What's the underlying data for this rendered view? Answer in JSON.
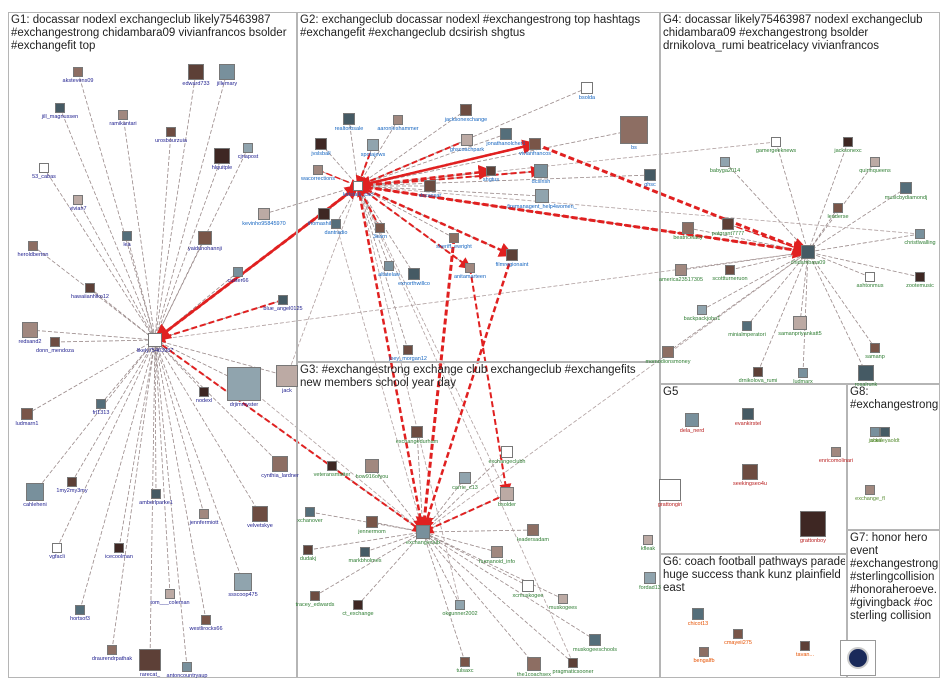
{
  "groups": [
    {
      "id": "G1",
      "lines": [
        "G1: docassar nodexl exchangeclub likely75463987",
        "#exchangestrong chidambara09 vivianfrancos bsolder",
        "#exchangefit top"
      ]
    },
    {
      "id": "G2",
      "lines": [
        "G2: exchangeclub docassar nodexl #exchangestrong top hashtags",
        "#exchangefit #exchangeclub dcsirish shgtus"
      ]
    },
    {
      "id": "G3",
      "lines": [
        "G3: #exchangestrong exchange club exchangeclub #exchangefits",
        "new members school year day"
      ]
    },
    {
      "id": "G4",
      "lines": [
        "G4: docassar likely75463987 nodexl exchangeclub",
        "chidambara09 #exchangestrong bsolder",
        "drnikolova_rumi beatricelacy vivianfrancos"
      ]
    },
    {
      "id": "G5",
      "lines": [
        "G5"
      ]
    },
    {
      "id": "G6",
      "lines": [
        "G6: coach football pathways parade",
        "huge success thank kunz plainfield",
        "east"
      ]
    },
    {
      "id": "G7",
      "lines": [
        "G7: honor hero",
        "event",
        "#exchangestrong",
        "#sterlingcollision",
        "#honoraheroeve...",
        "#givingback #oc",
        "sterling collision"
      ]
    },
    {
      "id": "G8",
      "lines": [
        "G8:",
        "#exchangestrong"
      ]
    }
  ],
  "nodes": [
    {
      "label": "akstevens09",
      "color": "#1a1a8c"
    },
    {
      "label": "edward733",
      "color": "#1a1a8c"
    },
    {
      "label": "jillemary",
      "color": "#1a1a8c"
    },
    {
      "label": "jill_magnussen",
      "color": "#1a1a8c"
    },
    {
      "label": "ramikantari",
      "color": "#1a1a8c"
    },
    {
      "label": "urosbourzuia",
      "color": "#1a1a8c"
    },
    {
      "label": "53_cabas",
      "color": "#1a1a8c"
    },
    {
      "label": "hlquitple",
      "color": "#1a1a8c"
    },
    {
      "label": "cjnapost",
      "color": "#1a1a8c"
    },
    {
      "label": "vivian7",
      "color": "#1a1a8c"
    },
    {
      "label": "lea",
      "color": "#1a1a8c"
    },
    {
      "label": "yaidunohannji",
      "color": "#1a1a8c"
    },
    {
      "label": "heroldberton",
      "color": "#1a1a8c"
    },
    {
      "label": "hawaiianhiko12",
      "color": "#1a1a8c"
    },
    {
      "label": "custer66",
      "color": "#1a1a8c"
    },
    {
      "label": "blue_angel0125",
      "color": "#1a1a8c"
    },
    {
      "label": "redsand2",
      "color": "#1a1a8c"
    },
    {
      "label": "donn_mendoza",
      "color": "#1a1a8c"
    },
    {
      "label": "likely75463987",
      "color": "#1a1a8c"
    },
    {
      "label": "nodexl",
      "color": "#1a1a8c"
    },
    {
      "label": "drjimmyster",
      "color": "#1a1a8c"
    },
    {
      "label": "jack",
      "color": "#1a1a8c"
    },
    {
      "label": "frl1313",
      "color": "#1a1a8c"
    },
    {
      "label": "ludmarn1",
      "color": "#1a1a8c"
    },
    {
      "label": "cynthia_lardner",
      "color": "#1a1a8c"
    },
    {
      "label": "1my2my3my",
      "color": "#1a1a8c"
    },
    {
      "label": "cahleheni",
      "color": "#1a1a8c"
    },
    {
      "label": "amberlparke1",
      "color": "#1a1a8c"
    },
    {
      "label": "jennfermiott",
      "color": "#1a1a8c"
    },
    {
      "label": "velvetskye",
      "color": "#1a1a8c"
    },
    {
      "label": "vgfacli",
      "color": "#1a1a8c"
    },
    {
      "label": "icecoolman",
      "color": "#1a1a8c"
    },
    {
      "label": "ssscoop475",
      "color": "#1a1a8c"
    },
    {
      "label": "tom___coleman",
      "color": "#1a1a8c"
    },
    {
      "label": "hortsof3",
      "color": "#1a1a8c"
    },
    {
      "label": "westlirocks66",
      "color": "#1a1a8c"
    },
    {
      "label": "draurendrpathak",
      "color": "#1a1a8c"
    },
    {
      "label": "rarecat_",
      "color": "#1a1a8c"
    },
    {
      "label": "antoncountryaup",
      "color": "#1a1a8c"
    },
    {
      "label": "realtorbsale",
      "color": "#1565c0"
    },
    {
      "label": "aaronleshammer",
      "color": "#1565c0"
    },
    {
      "label": "jacksonexchange",
      "color": "#1565c0"
    },
    {
      "label": "bsolda",
      "color": "#1565c0"
    },
    {
      "label": "jvslsball",
      "color": "#1565c0"
    },
    {
      "label": "spotajews",
      "color": "#1565c0"
    },
    {
      "label": "ghscoachpark",
      "color": "#1565c0"
    },
    {
      "label": "jonathanolcher1",
      "color": "#1565c0"
    },
    {
      "label": "vivianfrancos",
      "color": "#1565c0"
    },
    {
      "label": "bs",
      "color": "#1565c0"
    },
    {
      "label": "shgtus",
      "color": "#1565c0"
    },
    {
      "label": "dcsirish",
      "color": "#1565c0"
    },
    {
      "label": "ghsc",
      "color": "#1565c0"
    },
    {
      "label": "wacorrections",
      "color": "#1565c0"
    },
    {
      "label": "docassar",
      "color": "#1565c0"
    },
    {
      "label": "kidstalk_cac",
      "color": "#1565c0"
    },
    {
      "label": "thomashibig2",
      "color": "#1565c0"
    },
    {
      "label": "firemanagent_help4women_",
      "color": "#1565c0"
    },
    {
      "label": "kevinho95845970",
      "color": "#1565c0"
    },
    {
      "label": "dantradio",
      "color": "#1565c0"
    },
    {
      "label": "3earn",
      "color": "#1565c0"
    },
    {
      "label": "sheriff_ewright",
      "color": "#1565c0"
    },
    {
      "label": "filmregionaint",
      "color": "#1565c0"
    },
    {
      "label": "altatelaw",
      "color": "#1565c0"
    },
    {
      "label": "exnorthwillco",
      "color": "#1565c0"
    },
    {
      "label": "anitamarteen",
      "color": "#1565c0"
    },
    {
      "label": "joey_morgan12",
      "color": "#1565c0"
    },
    {
      "label": "gamergeeknews",
      "color": "#2e7d32"
    },
    {
      "label": "jacksonexc",
      "color": "#2e7d32"
    },
    {
      "label": "babyga2014",
      "color": "#2e7d32"
    },
    {
      "label": "quinnqueens",
      "color": "#2e7d32"
    },
    {
      "label": "musicbydiamondj",
      "color": "#2e7d32"
    },
    {
      "label": "leaderse",
      "color": "#2e7d32"
    },
    {
      "label": "beatricelacy",
      "color": "#2e7d32"
    },
    {
      "label": "patgrant7777",
      "color": "#2e7d32"
    },
    {
      "label": "christlwalling",
      "color": "#2e7d32"
    },
    {
      "label": "chidambara09",
      "color": "#2e7d32"
    },
    {
      "label": "america23517305",
      "color": "#2e7d32"
    },
    {
      "label": "scottturneruon",
      "color": "#2e7d32"
    },
    {
      "label": "ashtonmus",
      "color": "#2e7d32"
    },
    {
      "label": "zootemusic",
      "color": "#2e7d32"
    },
    {
      "label": "backpackjohn1",
      "color": "#2e7d32"
    },
    {
      "label": "samanpriyankatt5",
      "color": "#2e7d32"
    },
    {
      "label": "minialmperatori",
      "color": "#2e7d32"
    },
    {
      "label": "samanp",
      "color": "#2e7d32"
    },
    {
      "label": "momodionsmoney",
      "color": "#2e7d32"
    },
    {
      "label": "drnikolova_rumi",
      "color": "#2e7d32"
    },
    {
      "label": "ludmarx",
      "color": "#2e7d32"
    },
    {
      "label": "rosalrunk",
      "color": "#2e7d32"
    },
    {
      "label": "how916ofyou",
      "color": "#2e7d32"
    },
    {
      "label": "exchangedurham",
      "color": "#2e7d32"
    },
    {
      "label": "exchangeclubh",
      "color": "#2e7d32"
    },
    {
      "label": "veteransmatter",
      "color": "#2e7d32"
    },
    {
      "label": "carrie_c13",
      "color": "#2e7d32"
    },
    {
      "label": "bsolder",
      "color": "#2e7d32"
    },
    {
      "label": "xchanover",
      "color": "#2e7d32"
    },
    {
      "label": "jennermom",
      "color": "#2e7d32"
    },
    {
      "label": "leadersadam",
      "color": "#2e7d32"
    },
    {
      "label": "dudakj",
      "color": "#2e7d32"
    },
    {
      "label": "exchangeclub",
      "color": "#2e7d32"
    },
    {
      "label": "markbholmes",
      "color": "#2e7d32"
    },
    {
      "label": "humanoid_info",
      "color": "#2e7d32"
    },
    {
      "label": "tracey_edwards",
      "color": "#2e7d32"
    },
    {
      "label": "xcmuskogee",
      "color": "#2e7d32"
    },
    {
      "label": "ct_exchange",
      "color": "#2e7d32"
    },
    {
      "label": "okgunner2002",
      "color": "#2e7d32"
    },
    {
      "label": "muskogees",
      "color": "#2e7d32"
    },
    {
      "label": "muskogeeschools",
      "color": "#2e7d32"
    },
    {
      "label": "tulsaxc",
      "color": "#2e7d32"
    },
    {
      "label": "the1coachsex",
      "color": "#2e7d32"
    },
    {
      "label": "pragmaticsooner",
      "color": "#2e7d32"
    },
    {
      "label": "dela_nerd",
      "color": "#b71c1c"
    },
    {
      "label": "evankirstel",
      "color": "#b71c1c"
    },
    {
      "label": "enricomolinari",
      "color": "#b71c1c"
    },
    {
      "label": "seekingseo4u",
      "color": "#b71c1c"
    },
    {
      "label": "grattongiri",
      "color": "#b71c1c"
    },
    {
      "label": "grattonboy",
      "color": "#b71c1c"
    },
    {
      "label": "fordad13",
      "color": "#2e7d32"
    },
    {
      "label": "kfleak",
      "color": "#2e7d32"
    },
    {
      "label": "chicot13",
      "color": "#e65100"
    },
    {
      "label": "cmayeii275",
      "color": "#e65100"
    },
    {
      "label": "bengalfb",
      "color": "#e65100"
    },
    {
      "label": "tavan...",
      "color": "#e65100"
    },
    {
      "label": "jacka",
      "color": "#558b2f"
    },
    {
      "label": "shelleyaoldt",
      "color": "#558b2f"
    },
    {
      "label": "exchange_fl",
      "color": "#558b2f"
    }
  ]
}
